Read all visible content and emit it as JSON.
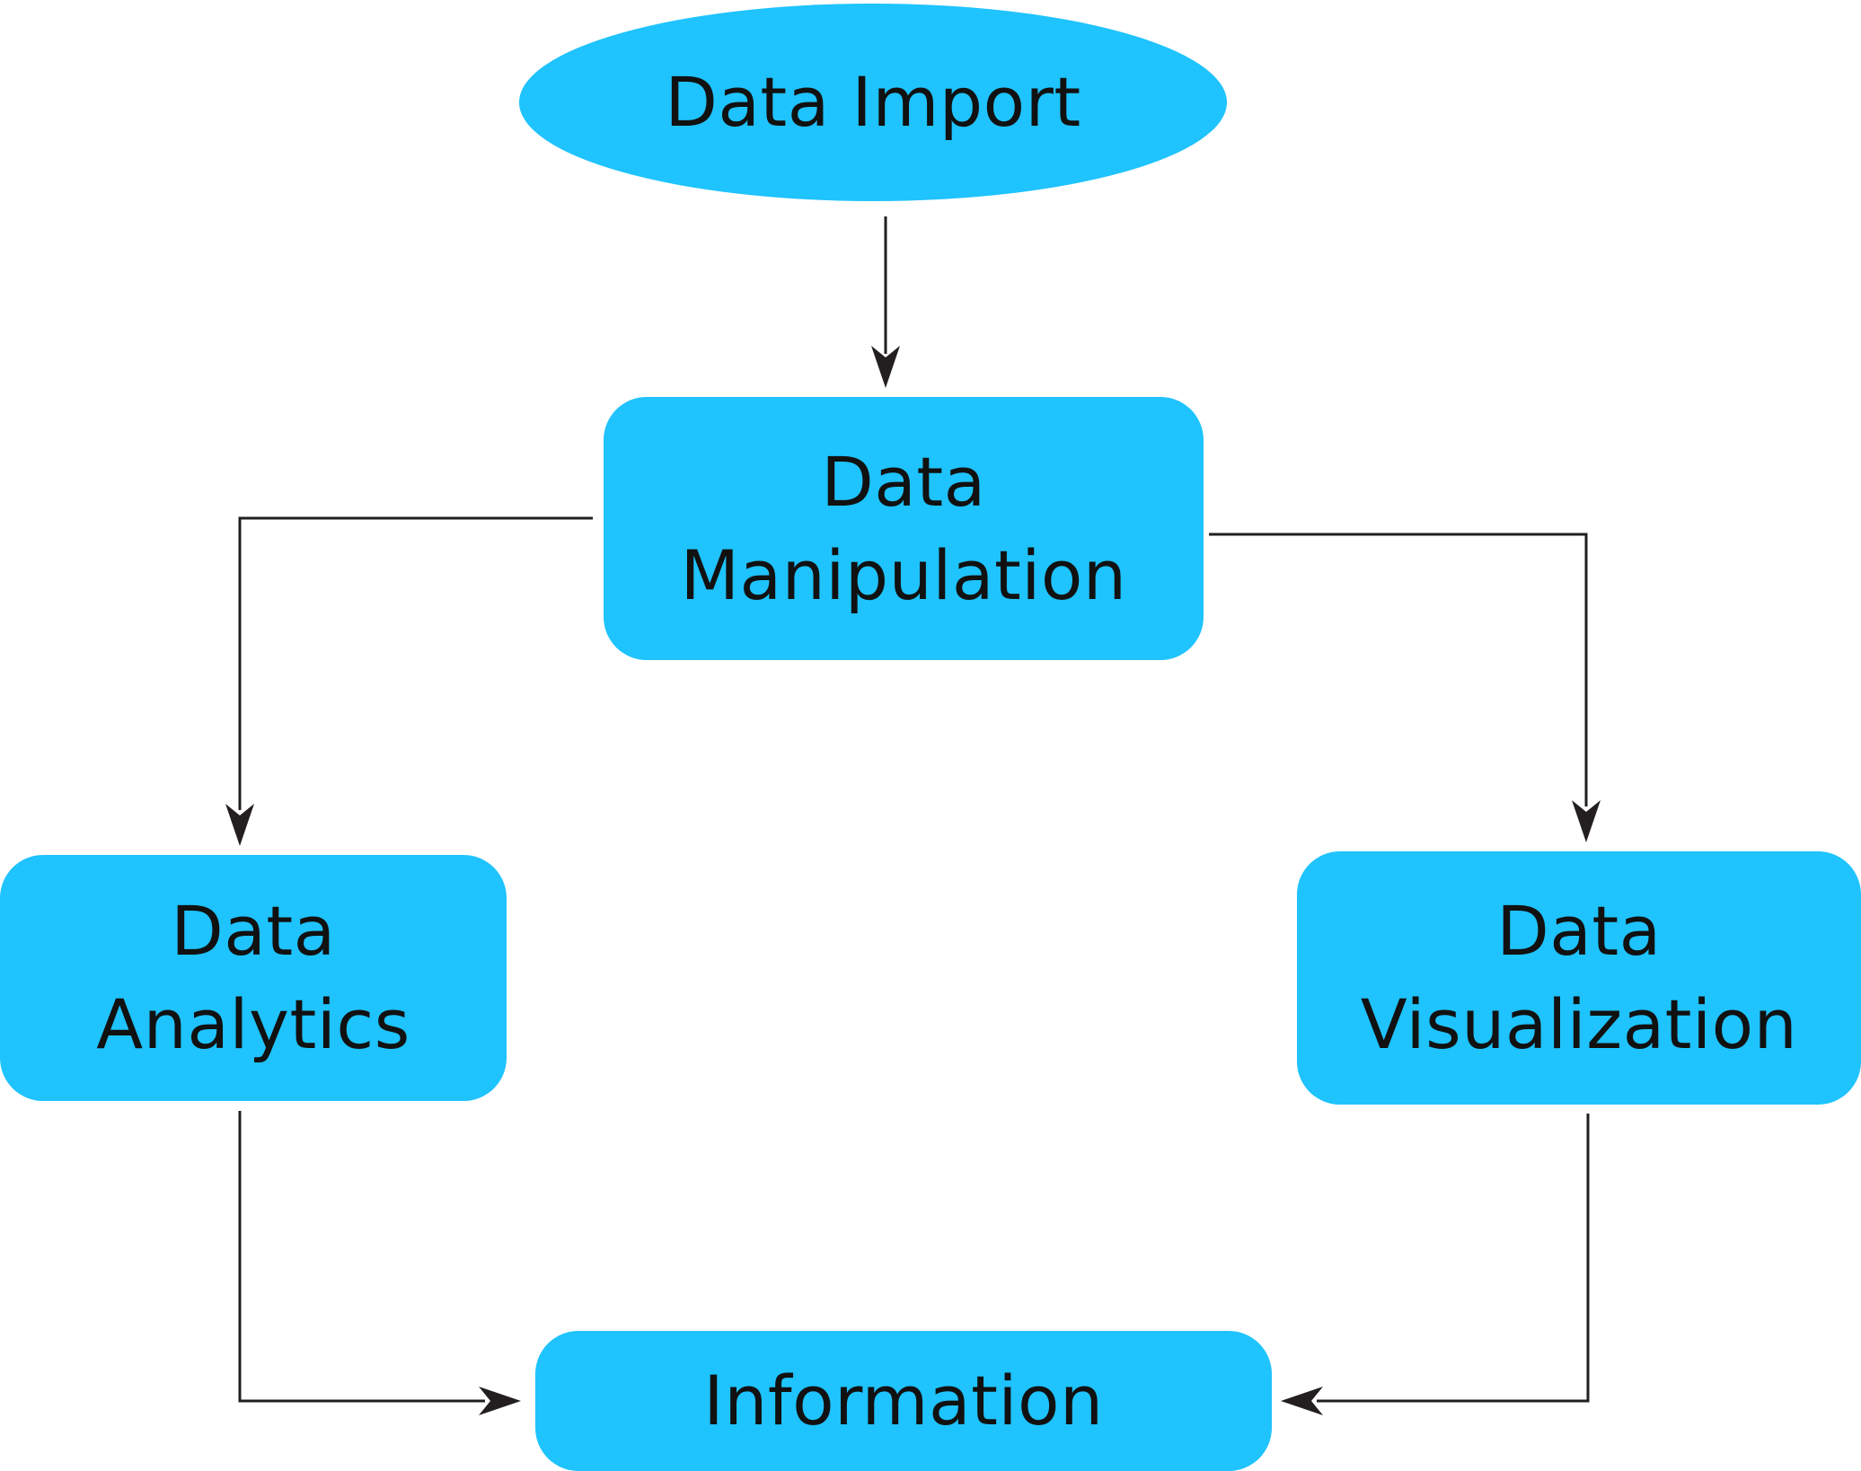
{
  "colors": {
    "node_fill": "#1fc3fd",
    "edge_stroke": "#231f20",
    "text": "#111111",
    "background": "#ffffff"
  },
  "nodes": {
    "data_import": {
      "shape": "ellipse",
      "lines": [
        "Data Import"
      ]
    },
    "data_manipulation": {
      "shape": "rounded-rectangle",
      "lines": [
        "Data",
        "Manipulation"
      ]
    },
    "data_analytics": {
      "shape": "rounded-rectangle",
      "lines": [
        "Data",
        "Analytics"
      ]
    },
    "data_visualization": {
      "shape": "rounded-rectangle",
      "lines": [
        "Data",
        "Visualization"
      ]
    },
    "information": {
      "shape": "rounded-rectangle",
      "lines": [
        "Information"
      ]
    }
  },
  "edges": [
    {
      "from": "data_import",
      "to": "data_manipulation"
    },
    {
      "from": "data_manipulation",
      "to": "data_analytics"
    },
    {
      "from": "data_manipulation",
      "to": "data_visualization"
    },
    {
      "from": "data_analytics",
      "to": "information"
    },
    {
      "from": "data_visualization",
      "to": "information"
    }
  ]
}
